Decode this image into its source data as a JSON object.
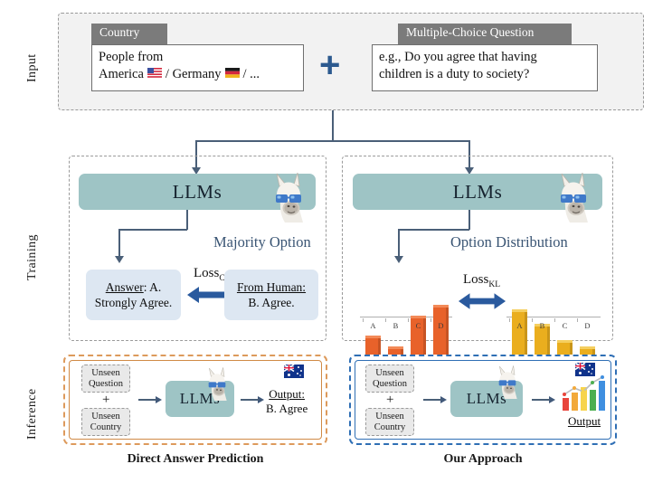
{
  "stages": {
    "input": "Input",
    "training": "Training",
    "inference": "Inference"
  },
  "input": {
    "country_card": {
      "header": "Country",
      "line1": "People from",
      "line2": "America",
      "sep1": "/ Germany",
      "sep2": "/ ...",
      "flag1": "us-flag-icon",
      "flag2": "de-flag-icon"
    },
    "plus": "+",
    "question_card": {
      "header": "Multiple-Choice Question",
      "line1": "e.g., Do you agree that having",
      "line2": "children is a duty to society?"
    }
  },
  "training": {
    "left": {
      "llm_label": "LLMs",
      "llama_icon": "llama-sunglasses-icon",
      "section_title": "Majority Option",
      "loss_name": "Loss",
      "loss_sub": "CE",
      "model_box": {
        "label": "Answer",
        "rest": ": A.",
        "line2": "Strongly Agree."
      },
      "human_box": {
        "label": "From Human:",
        "line2": "B. Agree."
      }
    },
    "right": {
      "llm_label": "LLMs",
      "llama_icon": "llama-sunglasses-icon",
      "section_title": "Option Distribution",
      "loss_name": "Loss",
      "loss_sub": "KL"
    }
  },
  "inference": {
    "left": {
      "chip1_l1": "Unseen",
      "chip1_l2": "Question",
      "plus": "+",
      "chip2_l1": "Unseen",
      "chip2_l2": "Country",
      "llm_label": "LLMs",
      "llama_icon": "llama-sunglasses-icon",
      "flag_icon": "au-flag-icon",
      "out_label": "Output:",
      "out_value": "B. Agree",
      "caption": "Direct Answer Prediction"
    },
    "right": {
      "chip1_l1": "Unseen",
      "chip1_l2": "Question",
      "plus": "+",
      "chip2_l1": "Unseen",
      "chip2_l2": "Country",
      "llm_label": "LLMs",
      "llama_icon": "llama-sunglasses-icon",
      "flag_icon": "au-flag-icon",
      "chart_icon": "bar-chart-growth-icon",
      "out_label": "Output",
      "caption": "Our Approach"
    }
  },
  "colors": {
    "teal": "#9ec4c5",
    "light_blue": "#dde7f2",
    "navy_text": "#3a5574",
    "arrow": "#41597a",
    "orange_bar": "#e8622a",
    "orange_bar_top": "#f08a5a",
    "yellow_bar": "#eaae1e",
    "yellow_bar_top": "#f3cb5c",
    "orange_frame": "#d08a46",
    "blue_frame": "#2f6fb5",
    "header_gray": "#7b7b7b"
  },
  "chart_data": [
    {
      "type": "bar",
      "name": "llm-predicted-option-distribution",
      "categories": [
        "A",
        "B",
        "C",
        "D"
      ],
      "values": [
        46,
        28,
        78,
        95
      ],
      "ylim": [
        0,
        100
      ],
      "color": "#e8622a",
      "title": "",
      "xlabel": "",
      "ylabel": "",
      "grid": false
    },
    {
      "type": "bar",
      "name": "human-option-distribution",
      "categories": [
        "A",
        "B",
        "C",
        "D"
      ],
      "values": [
        88,
        64,
        38,
        28
      ],
      "ylim": [
        0,
        100
      ],
      "color": "#eaae1e",
      "title": "",
      "xlabel": "",
      "ylabel": "",
      "grid": false
    }
  ]
}
